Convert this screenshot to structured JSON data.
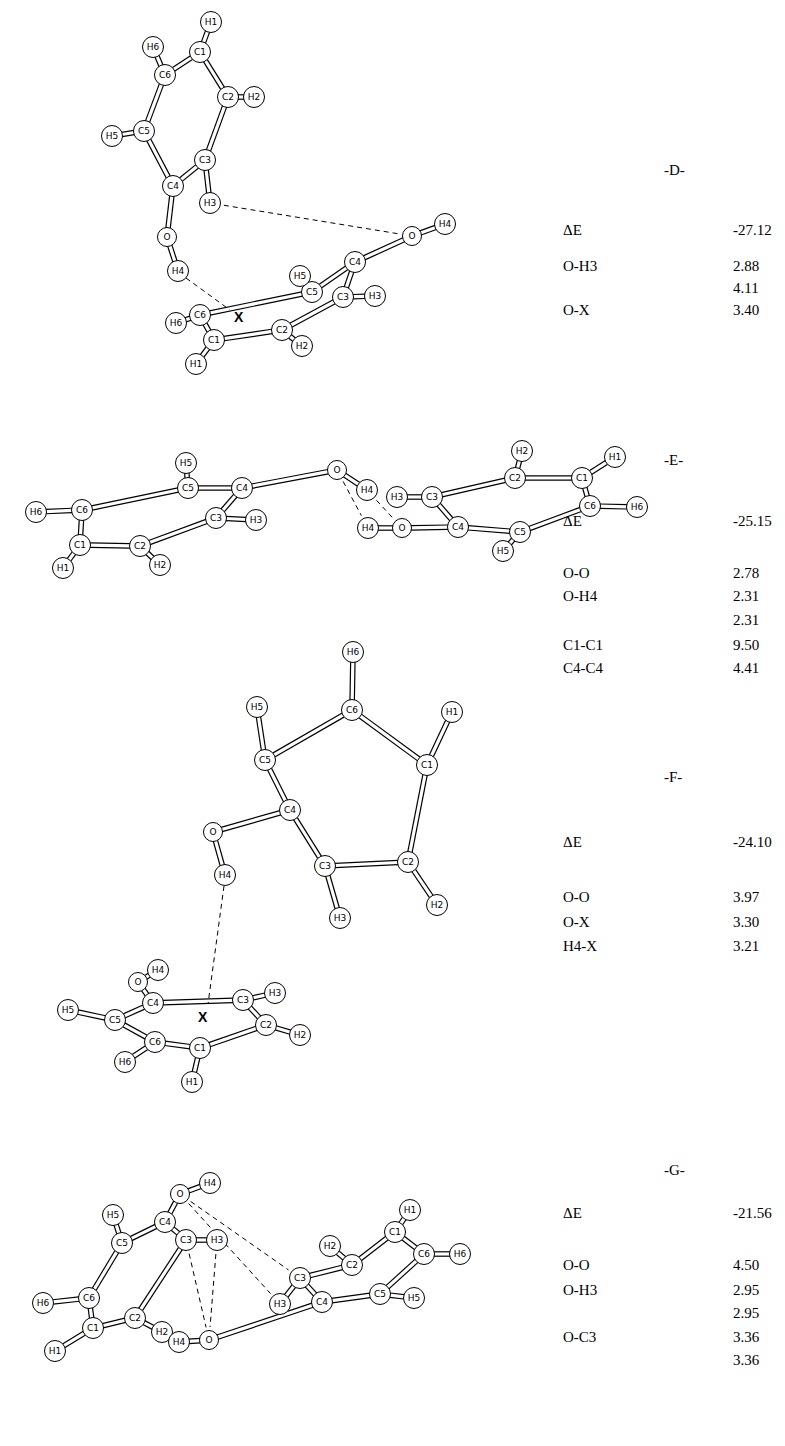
{
  "diagram": {
    "nodes": [
      {
        "text": [
          "C1"
        ]
      },
      {
        "text": [
          "C2"
        ]
      },
      {
        "text": [
          "C3"
        ]
      },
      {
        "text": [
          "C4"
        ]
      },
      {
        "text": [
          "C5"
        ]
      },
      {
        "text": [
          "C6"
        ]
      },
      {
        "text": [
          "H1"
        ]
      },
      {
        "text": [
          "H2"
        ]
      },
      {
        "text": [
          "H3"
        ]
      },
      {
        "text": [
          "H5"
        ]
      },
      {
        "text": [
          "H6"
        ]
      },
      {
        "text": [
          "O"
        ]
      },
      {
        "text": [
          "H4"
        ]
      },
      {
        "text": [
          "C1"
        ]
      },
      {
        "text": [
          "C2"
        ]
      },
      {
        "text": [
          "C3"
        ]
      },
      {
        "text": [
          "C4"
        ]
      },
      {
        "text": [
          "C5"
        ]
      },
      {
        "text": [
          "C6"
        ]
      },
      {
        "text": [
          "H1"
        ]
      },
      {
        "text": [
          "H2"
        ]
      },
      {
        "text": [
          "H3"
        ]
      },
      {
        "text": [
          "H5"
        ]
      },
      {
        "text": [
          "H6"
        ]
      },
      {
        "text": [
          "O"
        ]
      },
      {
        "text": [
          "H4"
        ]
      },
      {
        "text": [
          "C1"
        ]
      },
      {
        "text": [
          "C2"
        ]
      },
      {
        "text": [
          "C3"
        ]
      },
      {
        "text": [
          "C4"
        ]
      },
      {
        "text": [
          "C5"
        ]
      },
      {
        "text": [
          "C6"
        ]
      },
      {
        "text": [
          "H1"
        ]
      },
      {
        "text": [
          "H2"
        ]
      },
      {
        "text": [
          "H3"
        ]
      },
      {
        "text": [
          "H5"
        ]
      },
      {
        "text": [
          "H6"
        ]
      },
      {
        "text": [
          "O"
        ]
      },
      {
        "text": [
          "H4"
        ]
      },
      {
        "text": [
          "C1"
        ]
      },
      {
        "text": [
          "C2"
        ]
      },
      {
        "text": [
          "C3"
        ]
      },
      {
        "text": [
          "C4"
        ]
      },
      {
        "text": [
          "C5"
        ]
      },
      {
        "text": [
          "C6"
        ]
      },
      {
        "text": [
          "H1"
        ]
      },
      {
        "text": [
          "H2"
        ]
      },
      {
        "text": [
          "H3"
        ]
      },
      {
        "text": [
          "H5"
        ]
      },
      {
        "text": [
          "H6"
        ]
      },
      {
        "text": [
          "O"
        ]
      },
      {
        "text": [
          "H4"
        ]
      },
      {
        "text": [
          "C1"
        ]
      },
      {
        "text": [
          "C2"
        ]
      },
      {
        "text": [
          "C3"
        ]
      },
      {
        "text": [
          "C4"
        ]
      },
      {
        "text": [
          "C5"
        ]
      },
      {
        "text": [
          "C6"
        ]
      },
      {
        "text": [
          "H1"
        ]
      },
      {
        "text": [
          "H2"
        ]
      },
      {
        "text": [
          "H3"
        ]
      },
      {
        "text": [
          "H5"
        ]
      },
      {
        "text": [
          "H6"
        ]
      },
      {
        "text": [
          "O"
        ]
      },
      {
        "text": [
          "H4"
        ]
      },
      {
        "text": [
          "C1"
        ]
      },
      {
        "text": [
          "C2"
        ]
      },
      {
        "text": [
          "C3"
        ]
      },
      {
        "text": [
          "C4"
        ]
      },
      {
        "text": [
          "C5"
        ]
      },
      {
        "text": [
          "C6"
        ]
      },
      {
        "text": [
          "H1"
        ]
      },
      {
        "text": [
          "H2"
        ]
      },
      {
        "text": [
          "H3"
        ]
      },
      {
        "text": [
          "H5"
        ]
      },
      {
        "text": [
          "H6"
        ]
      },
      {
        "text": [
          "O"
        ]
      },
      {
        "text": [
          "H4"
        ]
      },
      {
        "text": [
          "C1"
        ]
      },
      {
        "text": [
          "C2"
        ]
      },
      {
        "text": [
          "C3"
        ]
      },
      {
        "text": [
          "C4"
        ]
      },
      {
        "text": [
          "C5"
        ]
      },
      {
        "text": [
          "C6"
        ]
      },
      {
        "text": [
          "H1"
        ]
      },
      {
        "text": [
          "H2"
        ]
      },
      {
        "text": [
          "H3"
        ]
      },
      {
        "text": [
          "H5"
        ]
      },
      {
        "text": [
          "H6"
        ]
      },
      {
        "text": [
          "O"
        ]
      },
      {
        "text": [
          "H4"
        ]
      },
      {
        "text": [
          "C1"
        ]
      },
      {
        "text": [
          "C2"
        ]
      },
      {
        "text": [
          "C3"
        ]
      },
      {
        "text": [
          "C4"
        ]
      },
      {
        "text": [
          "C5"
        ]
      },
      {
        "text": [
          "C6"
        ]
      },
      {
        "text": [
          "H1"
        ]
      },
      {
        "text": [
          "H2"
        ]
      },
      {
        "text": [
          "H3"
        ]
      },
      {
        "text": [
          "H5"
        ]
      },
      {
        "text": [
          "H6"
        ]
      },
      {
        "text": [
          "O"
        ]
      },
      {
        "text": [
          "H4"
        ]
      }
    ],
    "edges": [
      {
        "from": 0,
        "to": 1,
        "arrow": "none"
      },
      {
        "from": 1,
        "to": 2,
        "arrow": "none"
      },
      {
        "from": 2,
        "to": 3,
        "arrow": "none"
      },
      {
        "from": 3,
        "to": 4,
        "arrow": "none"
      },
      {
        "from": 4,
        "to": 5,
        "arrow": "none"
      },
      {
        "from": 5,
        "to": 0,
        "arrow": "none"
      },
      {
        "from": 0,
        "to": 6,
        "arrow": "none"
      },
      {
        "from": 1,
        "to": 7,
        "arrow": "none"
      },
      {
        "from": 2,
        "to": 8,
        "arrow": "none"
      },
      {
        "from": 4,
        "to": 9,
        "arrow": "none"
      },
      {
        "from": 5,
        "to": 10,
        "arrow": "none"
      },
      {
        "from": 3,
        "to": 11,
        "arrow": "none"
      },
      {
        "from": 11,
        "to": 12,
        "arrow": "none"
      },
      {
        "from": 13,
        "to": 14,
        "arrow": "none"
      },
      {
        "from": 14,
        "to": 15,
        "arrow": "none"
      },
      {
        "from": 15,
        "to": 16,
        "arrow": "none"
      },
      {
        "from": 16,
        "to": 17,
        "arrow": "none"
      },
      {
        "from": 17,
        "to": 18,
        "arrow": "none"
      },
      {
        "from": 18,
        "to": 13,
        "arrow": "none"
      },
      {
        "from": 13,
        "to": 19,
        "arrow": "none"
      },
      {
        "from": 14,
        "to": 20,
        "arrow": "none"
      },
      {
        "from": 15,
        "to": 21,
        "arrow": "none"
      },
      {
        "from": 17,
        "to": 22,
        "arrow": "none"
      },
      {
        "from": 18,
        "to": 23,
        "arrow": "none"
      },
      {
        "from": 16,
        "to": 24,
        "arrow": "none"
      },
      {
        "from": 24,
        "to": 25,
        "arrow": "none"
      },
      {
        "from": 26,
        "to": 27,
        "arrow": "none"
      },
      {
        "from": 27,
        "to": 28,
        "arrow": "none"
      },
      {
        "from": 28,
        "to": 29,
        "arrow": "none"
      },
      {
        "from": 29,
        "to": 30,
        "arrow": "none"
      },
      {
        "from": 30,
        "to": 31,
        "arrow": "none"
      },
      {
        "from": 31,
        "to": 26,
        "arrow": "none"
      },
      {
        "from": 26,
        "to": 32,
        "arrow": "none"
      },
      {
        "from": 27,
        "to": 33,
        "arrow": "none"
      },
      {
        "from": 28,
        "to": 34,
        "arrow": "none"
      },
      {
        "from": 30,
        "to": 35,
        "arrow": "none"
      },
      {
        "from": 31,
        "to": 36,
        "arrow": "none"
      },
      {
        "from": 29,
        "to": 37,
        "arrow": "none"
      },
      {
        "from": 37,
        "to": 38,
        "arrow": "none"
      },
      {
        "from": 39,
        "to": 40,
        "arrow": "none"
      },
      {
        "from": 40,
        "to": 41,
        "arrow": "none"
      },
      {
        "from": 41,
        "to": 42,
        "arrow": "none"
      },
      {
        "from": 42,
        "to": 43,
        "arrow": "none"
      },
      {
        "from": 43,
        "to": 44,
        "arrow": "none"
      },
      {
        "from": 44,
        "to": 39,
        "arrow": "none"
      },
      {
        "from": 39,
        "to": 45,
        "arrow": "none"
      },
      {
        "from": 40,
        "to": 46,
        "arrow": "none"
      },
      {
        "from": 41,
        "to": 47,
        "arrow": "none"
      },
      {
        "from": 43,
        "to": 48,
        "arrow": "none"
      },
      {
        "from": 44,
        "to": 49,
        "arrow": "none"
      },
      {
        "from": 42,
        "to": 50,
        "arrow": "none"
      },
      {
        "from": 50,
        "to": 51,
        "arrow": "none"
      },
      {
        "from": 52,
        "to": 53,
        "arrow": "none"
      },
      {
        "from": 53,
        "to": 54,
        "arrow": "none"
      },
      {
        "from": 54,
        "to": 55,
        "arrow": "none"
      },
      {
        "from": 55,
        "to": 56,
        "arrow": "none"
      },
      {
        "from": 56,
        "to": 57,
        "arrow": "none"
      },
      {
        "from": 57,
        "to": 52,
        "arrow": "none"
      },
      {
        "from": 52,
        "to": 58,
        "arrow": "none"
      },
      {
        "from": 53,
        "to": 59,
        "arrow": "none"
      },
      {
        "from": 54,
        "to": 60,
        "arrow": "none"
      },
      {
        "from": 56,
        "to": 61,
        "arrow": "none"
      },
      {
        "from": 57,
        "to": 62,
        "arrow": "none"
      },
      {
        "from": 55,
        "to": 63,
        "arrow": "none"
      },
      {
        "from": 63,
        "to": 64,
        "arrow": "none"
      },
      {
        "from": 65,
        "to": 66,
        "arrow": "none"
      },
      {
        "from": 66,
        "to": 67,
        "arrow": "none"
      },
      {
        "from": 67,
        "to": 68,
        "arrow": "none"
      },
      {
        "from": 68,
        "to": 69,
        "arrow": "none"
      },
      {
        "from": 69,
        "to": 70,
        "arrow": "none"
      },
      {
        "from": 70,
        "to": 65,
        "arrow": "none"
      },
      {
        "from": 65,
        "to": 71,
        "arrow": "none"
      },
      {
        "from": 66,
        "to": 72,
        "arrow": "none"
      },
      {
        "from": 67,
        "to": 73,
        "arrow": "none"
      },
      {
        "from": 69,
        "to": 74,
        "arrow": "none"
      },
      {
        "from": 70,
        "to": 75,
        "arrow": "none"
      },
      {
        "from": 68,
        "to": 76,
        "arrow": "none"
      },
      {
        "from": 76,
        "to": 77,
        "arrow": "none"
      },
      {
        "from": 78,
        "to": 79,
        "arrow": "none"
      },
      {
        "from": 79,
        "to": 80,
        "arrow": "none"
      },
      {
        "from": 80,
        "to": 81,
        "arrow": "none"
      },
      {
        "from": 81,
        "to": 82,
        "arrow": "none"
      },
      {
        "from": 82,
        "to": 83,
        "arrow": "none"
      },
      {
        "from": 83,
        "to": 78,
        "arrow": "none"
      },
      {
        "from": 78,
        "to": 84,
        "arrow": "none"
      },
      {
        "from": 79,
        "to": 85,
        "arrow": "none"
      },
      {
        "from": 80,
        "to": 86,
        "arrow": "none"
      },
      {
        "from": 82,
        "to": 87,
        "arrow": "none"
      },
      {
        "from": 83,
        "to": 88,
        "arrow": "none"
      },
      {
        "from": 81,
        "to": 89,
        "arrow": "none"
      },
      {
        "from": 89,
        "to": 90,
        "arrow": "none"
      },
      {
        "from": 91,
        "to": 92,
        "arrow": "none"
      },
      {
        "from": 92,
        "to": 93,
        "arrow": "none"
      },
      {
        "from": 93,
        "to": 94,
        "arrow": "none"
      },
      {
        "from": 94,
        "to": 95,
        "arrow": "none"
      },
      {
        "from": 95,
        "to": 96,
        "arrow": "none"
      },
      {
        "from": 96,
        "to": 91,
        "arrow": "none"
      },
      {
        "from": 91,
        "to": 97,
        "arrow": "none"
      },
      {
        "from": 92,
        "to": 98,
        "arrow": "none"
      },
      {
        "from": 93,
        "to": 99,
        "arrow": "none"
      },
      {
        "from": 95,
        "to": 100,
        "arrow": "none"
      },
      {
        "from": 96,
        "to": 101,
        "arrow": "none"
      },
      {
        "from": 94,
        "to": 102,
        "arrow": "none"
      },
      {
        "from": 102,
        "to": 103,
        "arrow": "none"
      },
      {
        "from": 8,
        "to": 24,
        "arrow": "none"
      },
      {
        "from": 37,
        "to": 51,
        "arrow": "none"
      },
      {
        "from": 38,
        "to": 50,
        "arrow": "none"
      },
      {
        "from": 89,
        "to": 99,
        "arrow": "none"
      },
      {
        "from": 89,
        "to": 93,
        "arrow": "none"
      },
      {
        "from": 80,
        "to": 102,
        "arrow": "none"
      },
      {
        "from": 86,
        "to": 102,
        "arrow": "none"
      }
    ],
    "labels": [
      "-D-",
      "ΔE",
      "-27.12",
      "O-H3",
      "2.88",
      "4.11",
      "O-X",
      "3.40",
      "X",
      "-E-",
      "ΔE",
      "-25.15",
      "O-O",
      "2.78",
      "O-H4",
      "2.31",
      "2.31",
      "C1-C1",
      "9.50",
      "C4-C4",
      "4.41",
      "-F-",
      "ΔE",
      "-24.10",
      "O-O",
      "3.97",
      "O-X",
      "3.30",
      "H4-X",
      "3.21",
      "X",
      "-G-",
      "ΔE",
      "-21.56",
      "O-O",
      "4.50",
      "O-H3",
      "2.95",
      "2.95",
      "O-C3",
      "3.36",
      "3.36"
    ]
  }
}
